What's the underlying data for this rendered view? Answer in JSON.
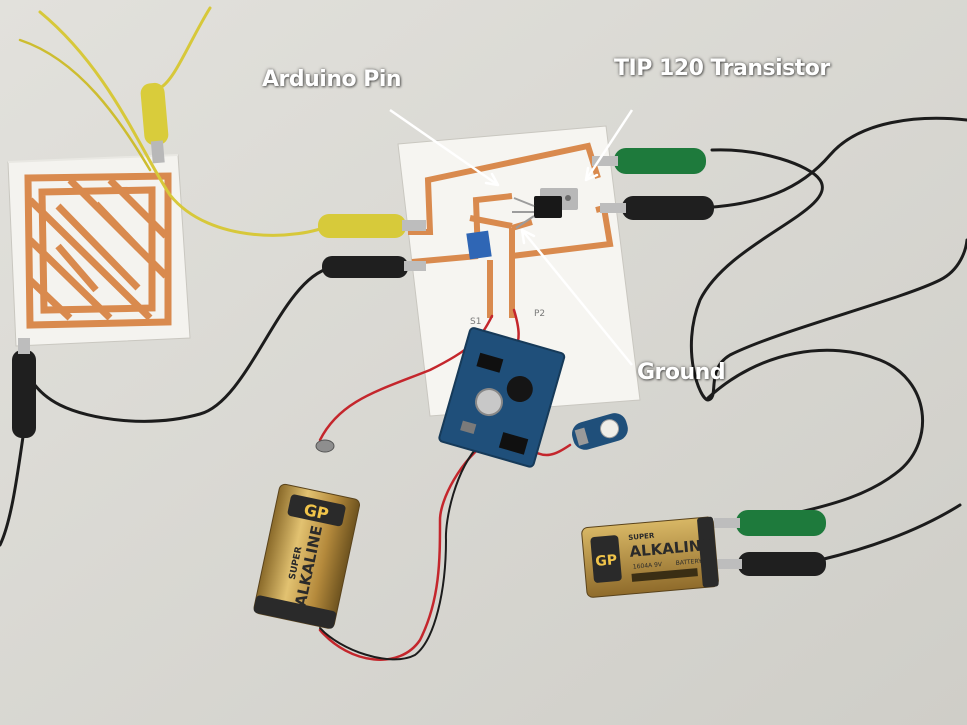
{
  "annotations": {
    "arduino_pin": "Arduino Pin",
    "tip120": "TIP 120 Transistor",
    "ground": "Ground"
  },
  "battery_left": {
    "brand": "GP",
    "line1": "SUPER",
    "line2": "ALKALINE"
  },
  "battery_right": {
    "brand": "GP",
    "line1": "SUPER",
    "line2": "ALKALINE",
    "model": "1604A 9V",
    "type": "BATTERY"
  },
  "board_marks": {
    "s1": "S1",
    "p2": "P2"
  },
  "colors": {
    "background": "#d8d7d2",
    "copper": "#d98a4e",
    "wire_yellow": "#d7c83a",
    "wire_black": "#1c1c1c",
    "wire_red": "#c4262c",
    "clip_green": "#1e7a3c",
    "pcb_blue": "#1f4f7a"
  }
}
